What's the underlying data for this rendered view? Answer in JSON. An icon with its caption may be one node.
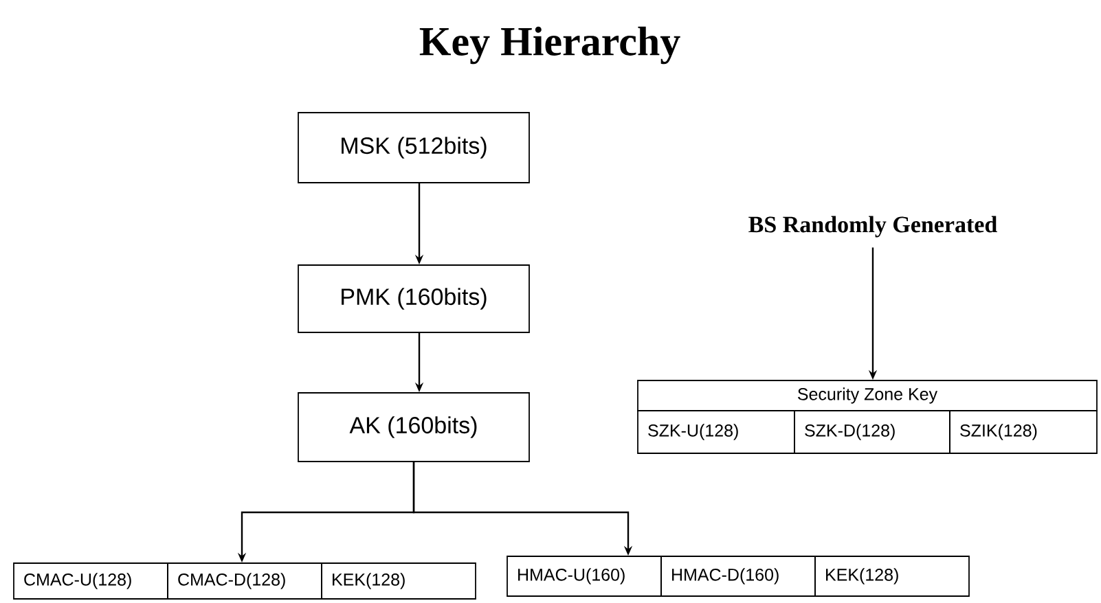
{
  "diagram": {
    "title": "Key Hierarchy",
    "nodes": [
      {
        "text": [
          "MSK (512bits)"
        ]
      },
      {
        "text": [
          "PMK (160bits)"
        ]
      },
      {
        "text": [
          "AK (160bits)"
        ]
      },
      {
        "text": [
          "CMAC-U(128)"
        ]
      },
      {
        "text": [
          "CMAC-D(128)"
        ]
      },
      {
        "text": [
          "KEK(128)"
        ]
      },
      {
        "text": [
          "HMAC-U(160)"
        ]
      },
      {
        "text": [
          "HMAC-D(160)"
        ]
      },
      {
        "text": [
          "KEK(128)"
        ]
      },
      {
        "text": [
          "BS Randomly Generated"
        ]
      },
      {
        "text": [
          "Security Zone Key"
        ]
      },
      {
        "text": [
          "SZK-U(128)"
        ]
      },
      {
        "text": [
          "SZK-D(128)"
        ]
      },
      {
        "text": [
          "SZIK(128)"
        ]
      }
    ],
    "edges": [
      {
        "from": 0,
        "to": 1,
        "arrow": "to"
      },
      {
        "from": 1,
        "to": 2,
        "arrow": "to"
      },
      {
        "from": 2,
        "to": 4,
        "arrow": "to"
      },
      {
        "from": 2,
        "to": 6,
        "arrow": "to"
      },
      {
        "from": 9,
        "to": 10,
        "arrow": "to"
      }
    ]
  }
}
